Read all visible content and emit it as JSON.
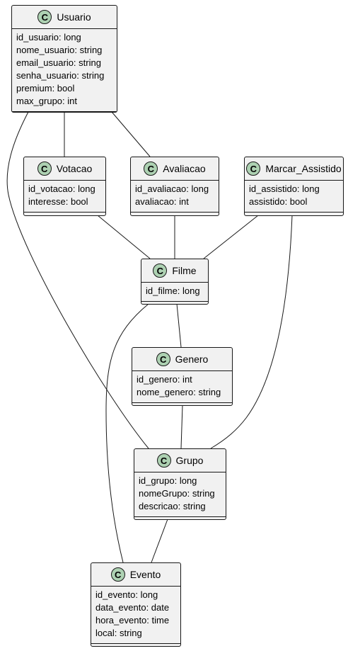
{
  "classes": {
    "usuario": {
      "name": "Usuario",
      "stereotype": "C",
      "attributes": [
        "id_usuario: long",
        "nome_usuario: string",
        "email_usuario: string",
        "senha_usuario: string",
        "premium: bool",
        "max_grupo: int"
      ]
    },
    "votacao": {
      "name": "Votacao",
      "stereotype": "C",
      "attributes": [
        "id_votacao: long",
        "interesse: bool"
      ]
    },
    "avaliacao": {
      "name": "Avaliacao",
      "stereotype": "C",
      "attributes": [
        "id_avaliacao: long",
        "avaliacao: int"
      ]
    },
    "marcar_assistido": {
      "name": "Marcar_Assistido",
      "stereotype": "C",
      "attributes": [
        "id_assistido: long",
        "assistido: bool"
      ]
    },
    "filme": {
      "name": "Filme",
      "stereotype": "C",
      "attributes": [
        "id_filme: long"
      ]
    },
    "genero": {
      "name": "Genero",
      "stereotype": "C",
      "attributes": [
        "id_genero: int",
        "nome_genero: string"
      ]
    },
    "grupo": {
      "name": "Grupo",
      "stereotype": "C",
      "attributes": [
        "id_grupo: long",
        "nomeGrupo: string",
        "descricao: string"
      ]
    },
    "evento": {
      "name": "Evento",
      "stereotype": "C",
      "attributes": [
        "id_evento: long",
        "data_evento: date",
        "hora_evento: time",
        "local: string"
      ]
    }
  },
  "relations": [
    {
      "from": "Usuario",
      "to": "Votacao"
    },
    {
      "from": "Usuario",
      "to": "Avaliacao"
    },
    {
      "from": "Usuario",
      "to": "Grupo"
    },
    {
      "from": "Votacao",
      "to": "Filme"
    },
    {
      "from": "Avaliacao",
      "to": "Filme"
    },
    {
      "from": "Marcar_Assistido",
      "to": "Filme"
    },
    {
      "from": "Marcar_Assistido",
      "to": "Grupo"
    },
    {
      "from": "Filme",
      "to": "Genero"
    },
    {
      "from": "Filme",
      "to": "Evento"
    },
    {
      "from": "Genero",
      "to": "Grupo"
    },
    {
      "from": "Grupo",
      "to": "Evento"
    }
  ],
  "colors": {
    "class_fill": "#f1f1f1",
    "class_border": "#181818",
    "stereotype_circle": "#add1b2",
    "edge": "#181818"
  }
}
